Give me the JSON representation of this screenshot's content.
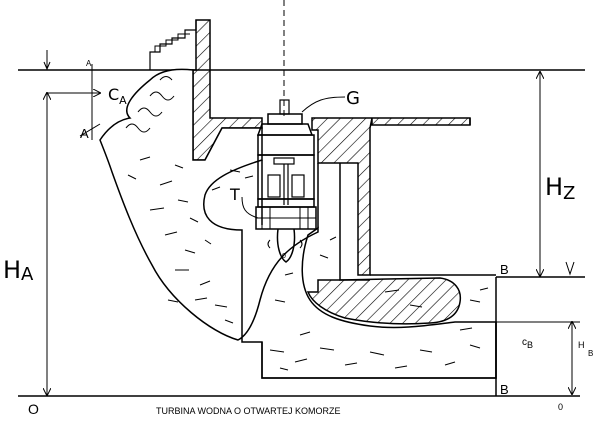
{
  "diagram": {
    "caption": "TURBINA WODNA O OTWARTEJ KOMORZE",
    "labels": {
      "a_small": "A",
      "a_big": "A",
      "c_a_main": "C",
      "c_a_sub": "A",
      "g": "G",
      "t": "T",
      "h_z_main": "H",
      "h_z_sub": "Z",
      "h_a_main": "H",
      "h_a_sub": "A",
      "b_top": "B",
      "b_bottom": "B",
      "c_b_main": "c",
      "c_b_sub": "B",
      "h_b_main": "H",
      "h_b_sub": "B",
      "zero_left": "O",
      "zero_right": "0",
      "zero_runner": "0"
    }
  }
}
